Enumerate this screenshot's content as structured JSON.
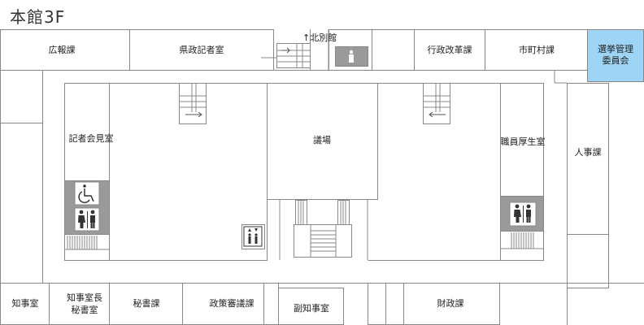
{
  "floor_title": "本館3F",
  "annex_link": "↑北別館",
  "rooms": {
    "kouhou": "広報課",
    "kenseikisha": "県政記者室",
    "gyousei": "行政改革課",
    "shichouson": "市町村課",
    "senkyo_line1": "選挙管理",
    "senkyo_line2": "委員会",
    "kishakaiken": "記者会見室",
    "gijou": "議場",
    "shokuin": "職員厚生室",
    "jinji": "人事課",
    "chiji": "知事室",
    "chijichou": "知事室長",
    "hisho_room": "秘書室",
    "hisho_ka": "秘書課",
    "seisaku": "政策審議課",
    "fukuchiji": "副知事室",
    "zaisei": "財政課"
  },
  "colors": {
    "wall": "#888888",
    "highlight": "#9ed4f5",
    "facility_bg": "#9a9a9a",
    "icon": "#ffffff"
  }
}
